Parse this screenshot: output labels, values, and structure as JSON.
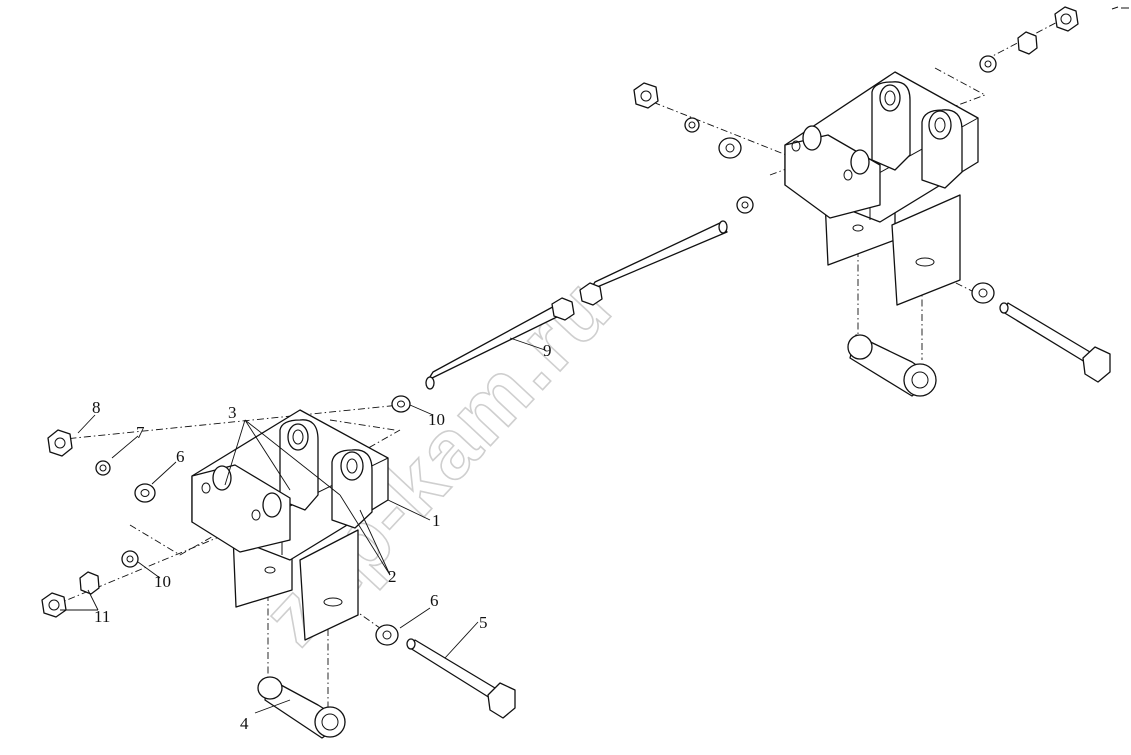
{
  "callouts": {
    "c1": "1",
    "c2": "2",
    "c3": "3",
    "c4": "4",
    "c5": "5",
    "c6a": "6",
    "c6b": "6",
    "c7": "7",
    "c8": "8",
    "c9": "9",
    "c10a": "10",
    "c10b": "10",
    "c11": "11"
  },
  "watermark": "zap-kam.ru",
  "colors": {
    "line": "#111111",
    "watermark": "#cfcfcf",
    "background": "#ffffff"
  }
}
